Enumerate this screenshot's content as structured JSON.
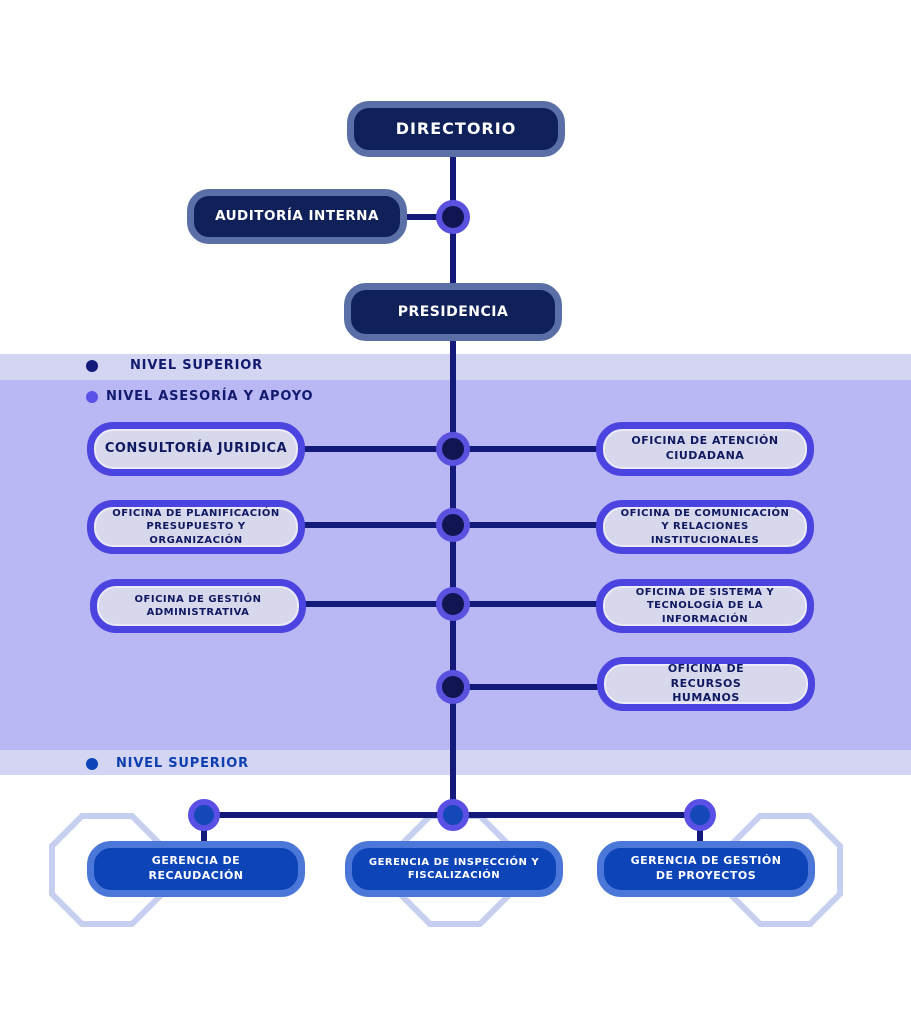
{
  "levels": {
    "superior_top": "NIVEL SUPERIOR",
    "asesoria": "NIVEL ASESORÍA Y APOYO",
    "superior_bottom": "NIVEL SUPERIOR"
  },
  "top": {
    "directorio": "DIRECTORIO",
    "auditoria": "AUDITORÍA INTERNA",
    "presidencia": "PRESIDENCIA"
  },
  "left_offices": [
    "CONSULTORÍA JURIDICA",
    "OFICINA DE PLANIFICACIÓN PRESUPUESTO Y ORGANIZACIÓN",
    "OFICINA DE GESTIÓN ADMINISTRATIVA"
  ],
  "right_offices": [
    "OFICINA DE ATENCIÓN CIUDADANA",
    "OFICINA DE COMUNICACIÓN Y RELACIONES INSTITUCIONALES",
    "OFICINA DE SISTEMA Y TECNOLOGÍA DE LA INFORMACIÓN",
    "OFICINA DE RECURSOS HUMANOS"
  ],
  "gerencias": [
    "GERENCIA DE RECAUDACIÓN",
    "GERENCIA DE INSPECCIÓN Y FISCALIZACIÓN",
    "GERENCIA DE GESTIÓN DE PROYECTOS"
  ],
  "colors": {
    "navy": "#10215a",
    "purple_accent": "#4c44e0",
    "blue": "#0d45b8",
    "band": "#b9b8f4"
  }
}
